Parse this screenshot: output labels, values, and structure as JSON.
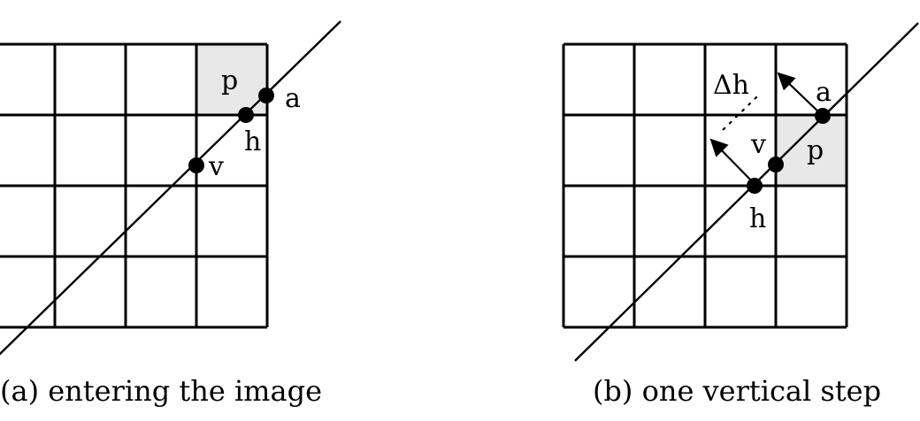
{
  "diagram": {
    "colors": {
      "ink": "#000000",
      "cell_fill": "#e8e8e8",
      "background": "#ffffff"
    },
    "panel_a": {
      "caption": "(a) entering the image",
      "pixel_label": "p",
      "point_a_label": "a",
      "point_h_label": "h",
      "point_v_label": "v"
    },
    "panel_b": {
      "caption": "(b) one vertical step",
      "delta_label": "Δh",
      "point_a_label": "a",
      "point_v_label": "v",
      "point_h_label": "h",
      "pixel_label": "p"
    }
  }
}
